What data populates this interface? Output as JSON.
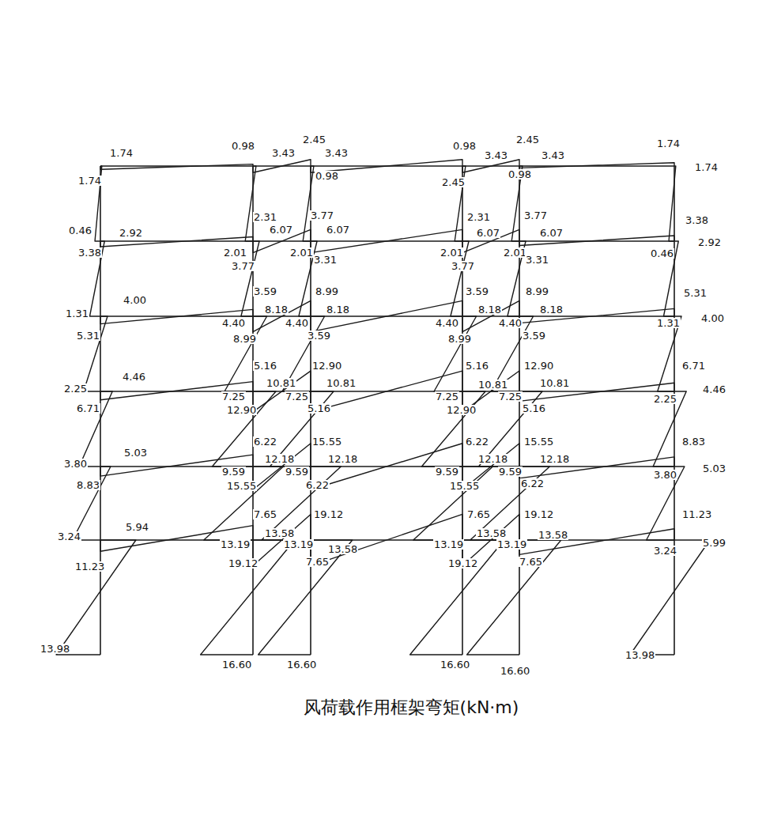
{
  "diagram": {
    "caption": "风荷载作用框架弯矩(kN·m)",
    "labels": [
      "1.74",
      "0.98",
      "3.43",
      "2.45",
      "3.43",
      "0.98",
      "2.45",
      "3.43",
      "3.43",
      "1.74",
      "1.74",
      "0.98",
      "2.45",
      "0.98",
      "1.74",
      "0.46",
      "2.92",
      "3.38",
      "2.31",
      "6.07",
      "3.77",
      "6.07",
      "2.01",
      "3.77",
      "2.01",
      "3.31",
      "2.31",
      "6.07",
      "3.77",
      "6.07",
      "2.01",
      "3.77",
      "2.01",
      "3.31",
      "3.38",
      "2.92",
      "0.46",
      "1.31",
      "4.00",
      "5.31",
      "3.59",
      "8.18",
      "8.99",
      "8.18",
      "4.40",
      "8.99",
      "4.40",
      "3.59",
      "3.59",
      "8.18",
      "8.99",
      "8.18",
      "4.40",
      "8.99",
      "4.40",
      "3.59",
      "5.31",
      "1.31",
      "4.00",
      "2.25",
      "4.46",
      "6.71",
      "5.16",
      "12.90",
      "10.81",
      "10.81",
      "7.25",
      "12.90",
      "7.25",
      "5.16",
      "5.16",
      "12.90",
      "10.81",
      "10.81",
      "7.25",
      "12.90",
      "7.25",
      "5.16",
      "6.71",
      "2.25",
      "4.46",
      "3.80",
      "5.03",
      "8.83",
      "6.22",
      "15.55",
      "12.18",
      "12.18",
      "9.59",
      "15.55",
      "9.59",
      "6.22",
      "6.22",
      "15.55",
      "12.18",
      "12.18",
      "9.59",
      "15.55",
      "9.59",
      "6.22",
      "8.83",
      "3.80",
      "5.03",
      "3.24",
      "5.94",
      "11.23",
      "7.65",
      "19.12",
      "13.58",
      "13.58",
      "13.19",
      "19.12",
      "13.19",
      "7.65",
      "7.65",
      "19.12",
      "13.58",
      "13.58",
      "13.19",
      "19.12",
      "13.19",
      "7.65",
      "11.23",
      "3.24",
      "5.99",
      "13.98",
      "16.60",
      "16.60",
      "16.60",
      "16.60",
      "13.98"
    ]
  }
}
